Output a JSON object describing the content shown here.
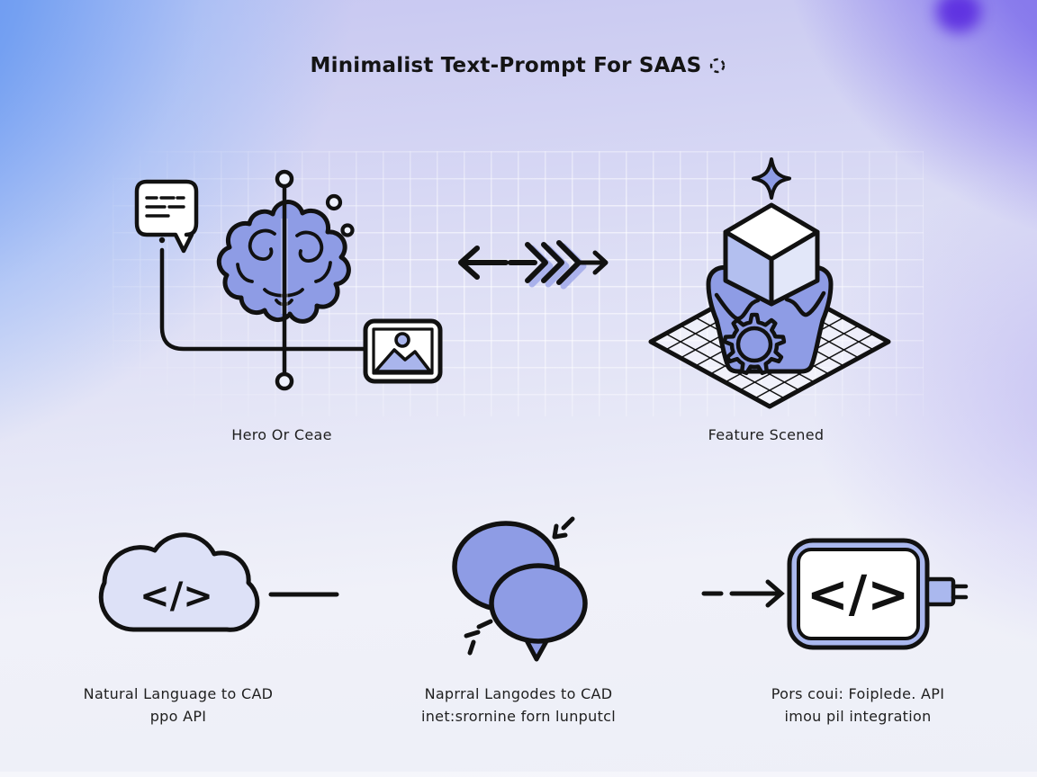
{
  "title": {
    "text": "Minimalist Text-Prompt For SAAS"
  },
  "colors": {
    "ink": "#111111",
    "purple_fill": "#8e9ce5",
    "cloud_fill": "#dde1f7",
    "frame_fill": "#aab8ee",
    "cube_left": "#b3bfef",
    "cube_right": "#e2e7f9",
    "blob": "#5a2ae0"
  },
  "panels": {
    "hero": {
      "label": "Hero Or Ceae"
    },
    "feature": {
      "label": "Feature Scened"
    },
    "cloud": {
      "label_line1": "Natural Language to CAD",
      "label_line2": "ppo API",
      "code_glyph": "</>"
    },
    "chat": {
      "label_line1": "Naprral Langodes to CAD",
      "label_line2": "inet:srornine forn lunputcl"
    },
    "api": {
      "label_line1": "Pors coui: Foiplede. API",
      "label_line2": "imou pil integration",
      "code_glyph": "</>"
    }
  }
}
